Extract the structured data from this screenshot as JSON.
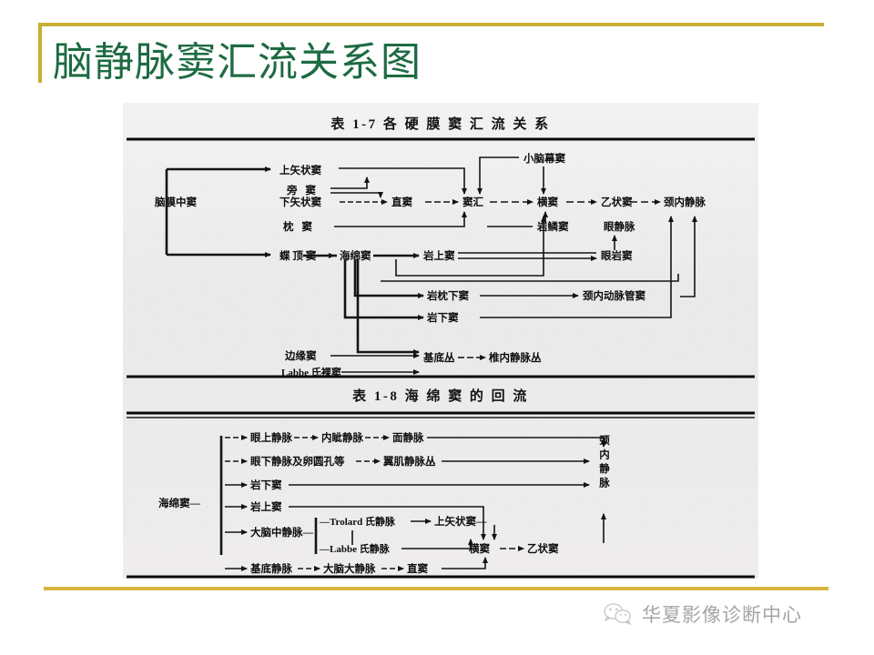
{
  "slide": {
    "title": "脑静脉窦汇流关系图",
    "title_color": "#1d6b42",
    "accent_color": "#c8ae33",
    "background": "#ffffff"
  },
  "figure": {
    "table_1_7": {
      "caption": "表 1-7  各 硬 膜 窦 汇 流 关 系",
      "nodes": {
        "n_meningeal": "脑膜中窦",
        "n_sss": "上矢状窦",
        "n_paras": "旁  窦",
        "n_iss": "下矢状窦",
        "n_straight": "直窦",
        "n_confluence": "窦汇",
        "n_occipital": "枕  窦",
        "n_sphenoparietal": "蝶 顶 窦",
        "n_cavernous": "海绵窦",
        "n_tentorial": "小脑幕窦",
        "n_transverse": "横窦",
        "n_petrosquamous": "岩鳞窦",
        "n_sigmoid": "乙状窦",
        "n_ijv": "颈内静脉",
        "n_ophthalmic_vein": "眼静脉",
        "n_sps": "岩上窦",
        "n_ophthalmo_petrosal": "眼岩窦",
        "n_petro_occipital": "岩枕下窦",
        "n_carotid_canal": "颈内动脉管窦",
        "n_ips": "岩下窦",
        "n_marginal": "边缘窦",
        "n_labbe": "Labbe 氏裸窦",
        "n_basilar_plexus": "基底丛",
        "n_vertebral_plexus": "椎内静脉丛"
      }
    },
    "table_1_8": {
      "caption": "表 1-8  海 绵 窦 的 回 流",
      "nodes": {
        "n_cavernous": "海绵窦—",
        "n_sov": "眼上静脉",
        "n_angular": "内眦静脉",
        "n_facial": "面静脉",
        "n_iov": "眼下静脉及卵圆孔等",
        "n_pterygoid": "翼肌静脉丛",
        "n_ips": "岩下窦",
        "n_sps": "岩上窦",
        "n_mcv": "大脑中静脉—",
        "n_trolard": "—Trolard 氏静脉",
        "n_labbe": "—Labbe 氏静脉",
        "n_basal_vein": "基底静脉",
        "n_great_cerebral": "大脑大静脉",
        "n_straight": "直窦",
        "n_sss": "上矢状窦—",
        "n_transverse": "横窦",
        "n_sigmoid": "乙状窦",
        "n_ijv": "颈内静脉"
      }
    }
  },
  "footer": {
    "icon": "wechat-icon",
    "text": "华夏影像诊断中心"
  }
}
